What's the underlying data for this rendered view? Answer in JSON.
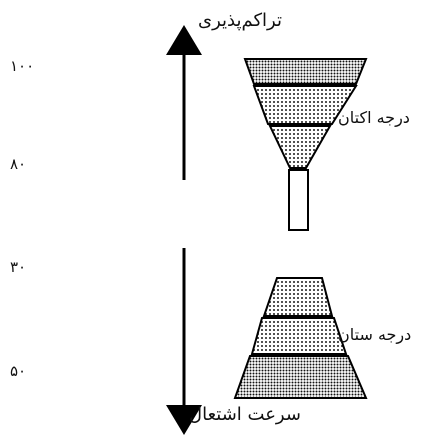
{
  "diagram": {
    "top_label": "تراکم‌پذیری",
    "bottom_label": "سرعت اشتعال",
    "upper_right_label": "درجه اکتان",
    "lower_right_label": "درجه ستان",
    "scale_labels": [
      "۱۰۰",
      "۸۰",
      "۳۰",
      "۵۰"
    ]
  }
}
